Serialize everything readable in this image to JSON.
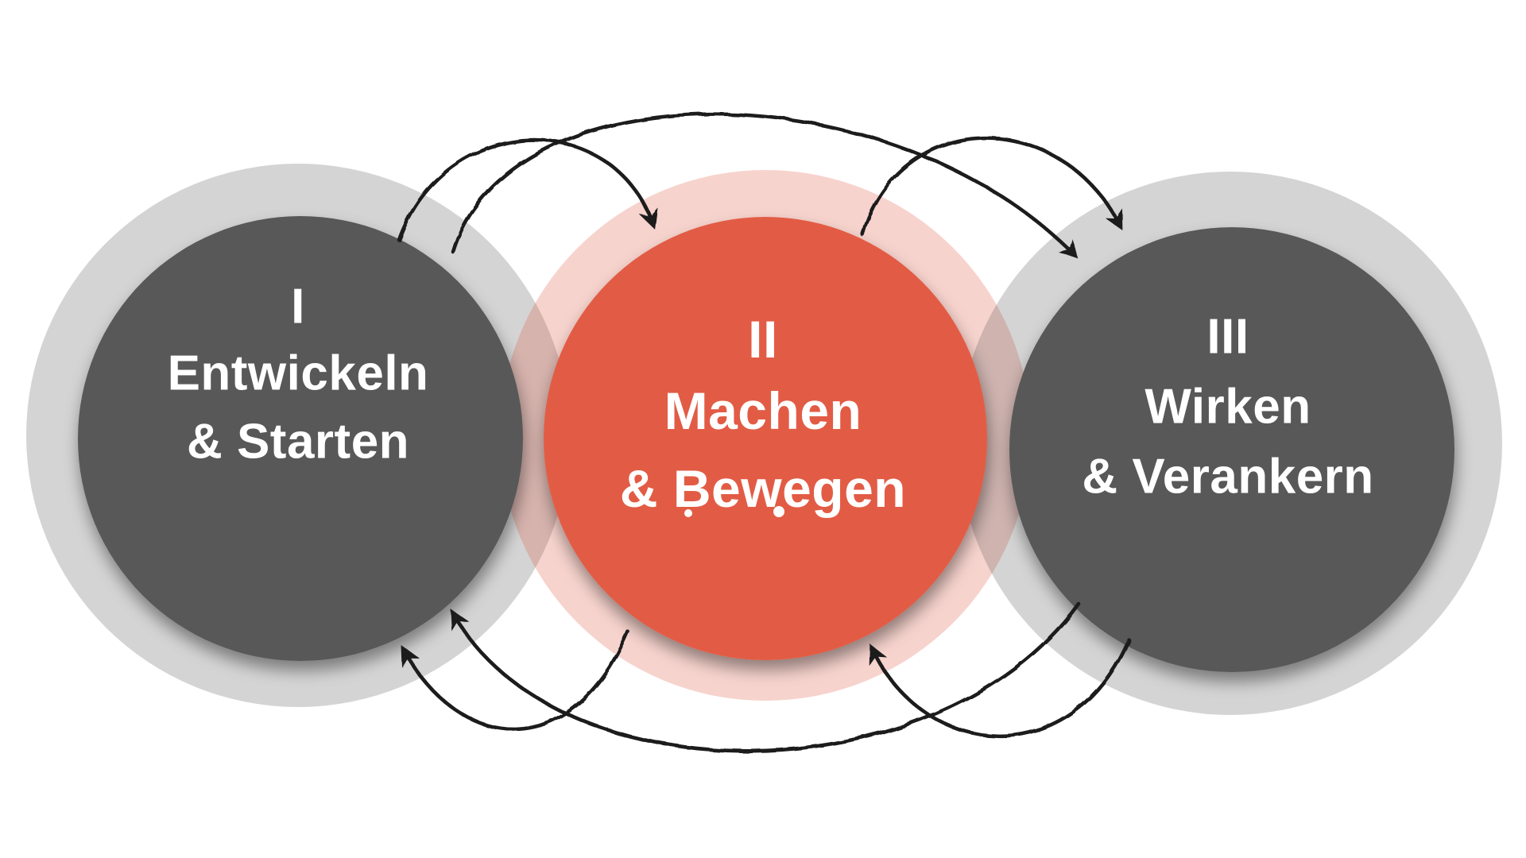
{
  "colors": {
    "background": "#ffffff",
    "dark_gray": "#585858",
    "orange": "#e25c45",
    "gray_ring_effective": "#d4d4d4",
    "pink_ring_effective": "#f7d3cd",
    "arrow": "#1a1a1a",
    "text": "#ffffff"
  },
  "stages": [
    {
      "id": "stage-1",
      "numeral": "I",
      "label_line1": "Entwickeln",
      "label_line2": "& Starten",
      "emphasis": false
    },
    {
      "id": "stage-2",
      "numeral": "II",
      "label_line1": "Machen",
      "label_line2": "& Bewegen",
      "emphasis": true
    },
    {
      "id": "stage-3",
      "numeral": "III",
      "label_line1": "Wirken",
      "label_line2": "& Verankern",
      "emphasis": false
    }
  ],
  "arrows": [
    {
      "from": "I",
      "to": "II"
    },
    {
      "from": "I",
      "to": "III"
    },
    {
      "from": "II",
      "to": "III"
    },
    {
      "from": "II",
      "to": "I"
    },
    {
      "from": "III",
      "to": "I"
    },
    {
      "from": "III",
      "to": "II"
    }
  ]
}
